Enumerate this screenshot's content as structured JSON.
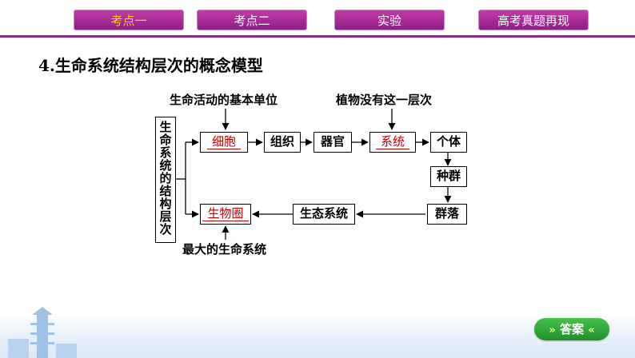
{
  "nav": {
    "tabs": [
      {
        "label": "考点一",
        "active": true
      },
      {
        "label": "考点二",
        "active": false
      },
      {
        "label": "实验",
        "active": false
      },
      {
        "label": "高考真题再现",
        "active": false
      }
    ],
    "active_color": "#ffd400",
    "accent": "#8a2a86"
  },
  "heading": "4.生命系统结构层次的概念模型",
  "diagram": {
    "vertical_label_chars": [
      "生",
      "命",
      "系",
      "统",
      "的",
      "结",
      "构",
      "层",
      "次"
    ],
    "annotations": {
      "cell_note": "生命活动的基本单位",
      "system_note": "植物没有这一层次",
      "biosphere_note": "最大的生命系统"
    },
    "levels": {
      "cell": "细胞",
      "tissue": "组织",
      "organ": "器官",
      "system": "系统",
      "individual": "个体",
      "population": "种群",
      "community": "群落",
      "ecosystem": "生态系统",
      "biosphere": "生物圈"
    },
    "answer_color": "#c00000"
  },
  "answer_button": {
    "label": "答案",
    "left_chevrons": "»",
    "right_chevrons": "«"
  }
}
